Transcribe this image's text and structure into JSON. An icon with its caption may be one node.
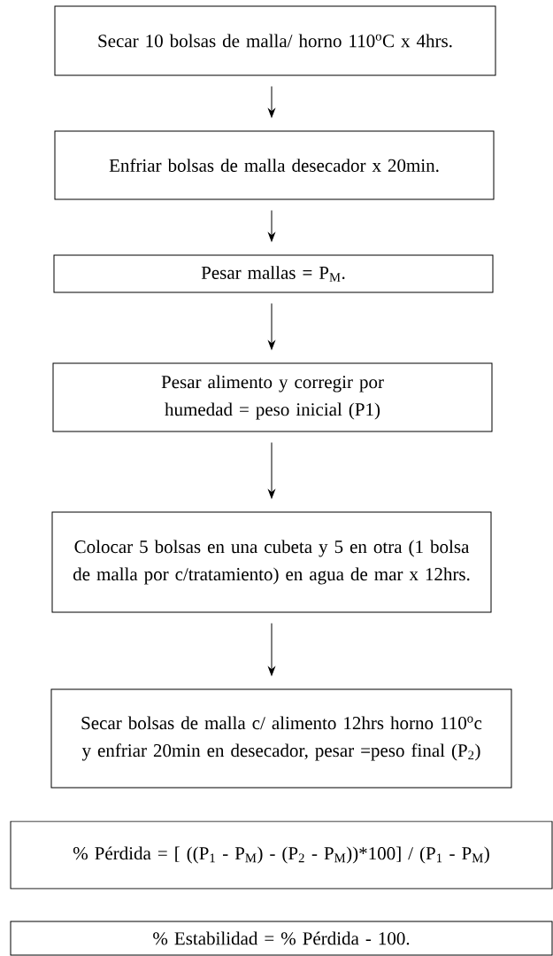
{
  "diagram": {
    "nodes": [
      {
        "text": [
          "Secar 10 bolsas de malla/ horno 110$^{o}$C x 4hrs."
        ]
      },
      {
        "text": [
          "Enfriar bolsas de malla desecador x 20min."
        ]
      },
      {
        "text": [
          "Pesar mallas = P$_{M}$."
        ]
      },
      {
        "text": [
          "Pesar alimento y corregir por humedad = peso inicial (P1)"
        ]
      },
      {
        "text": [
          "Colocar 5 bolsas en una cubeta y 5 en otra (1 bolsa de malla por c/tratamiento) en agua de mar x 12hrs."
        ]
      },
      {
        "text": [
          "Secar bolsas de malla c/ alimento 12hrs horno 110$^{o}$c y enfriar 20min en desecador, pesar =peso final (P$_{2}$)"
        ]
      },
      {
        "text": [
          "% Pérdida = [ ((P$_{1}$ - P$_{M}$) - (P$_{2}$ - P$_{M}$))*100] / (P$_{1}$ - P$_{M}$)"
        ]
      },
      {
        "text": [
          "% Estabilidad = % Pérdida - 100."
        ]
      }
    ],
    "edges": [
      {
        "from": 0,
        "to": 1,
        "arrow": "to"
      },
      {
        "from": 1,
        "to": 2,
        "arrow": "to"
      },
      {
        "from": 2,
        "to": 3,
        "arrow": "to"
      },
      {
        "from": 3,
        "to": 4,
        "arrow": "to"
      },
      {
        "from": 4,
        "to": 5,
        "arrow": "to"
      }
    ]
  }
}
